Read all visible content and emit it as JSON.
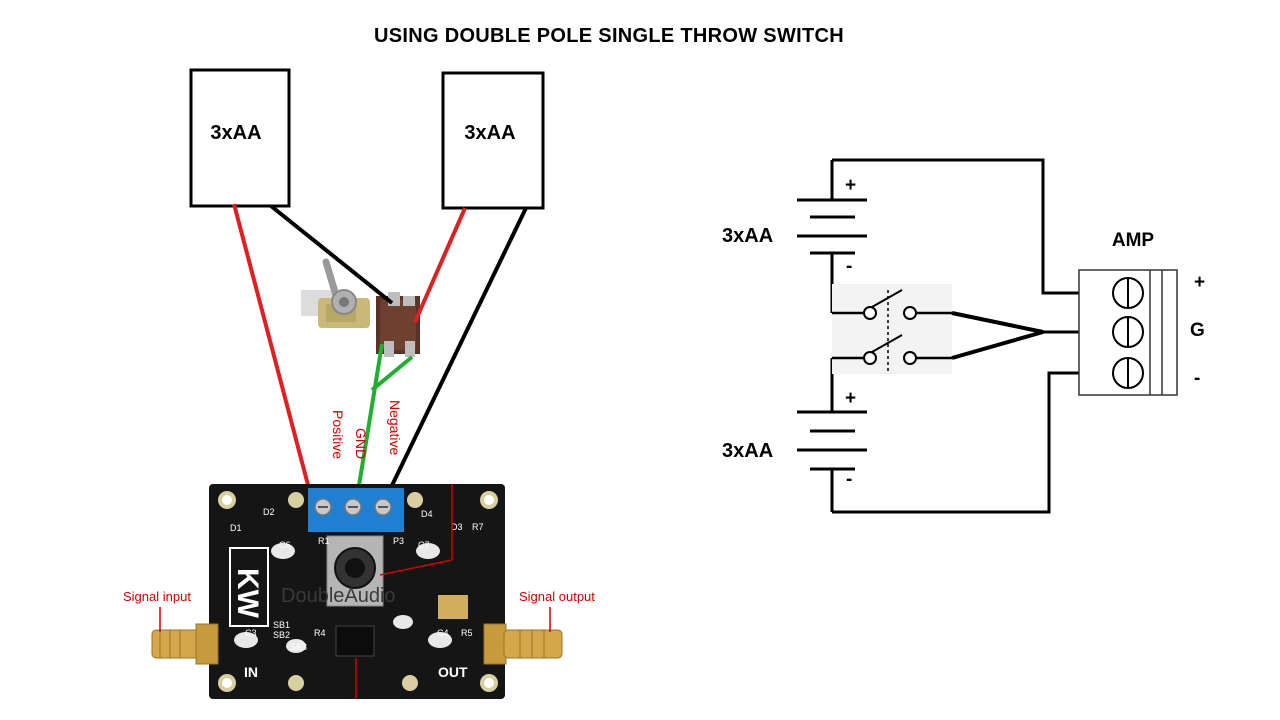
{
  "title": "USING DOUBLE POLE SINGLE THROW SWITCH",
  "left": {
    "battery_left": "3xAA",
    "battery_right": "3xAA",
    "terminal_labels": [
      "Positive",
      "GND",
      "Negative"
    ],
    "signal_input": "Signal input",
    "signal_output": "Signal output",
    "board": {
      "logo": "KW",
      "in_label": "IN",
      "out_label": "OUT",
      "watermark": "DoubleAudio"
    }
  },
  "right": {
    "battery_top": "3xAA",
    "battery_bottom": "3xAA",
    "amp_label": "AMP",
    "terminal_plus": "+",
    "terminal_g": "G",
    "terminal_minus": "-",
    "bat_plus": "+",
    "bat_minus": "-"
  },
  "colors": {
    "red_wire": "#e02020",
    "black_wire": "#000000",
    "green_wire": "#20b030",
    "pcb": "#151515",
    "terminal_block": "#1f7fd0"
  }
}
